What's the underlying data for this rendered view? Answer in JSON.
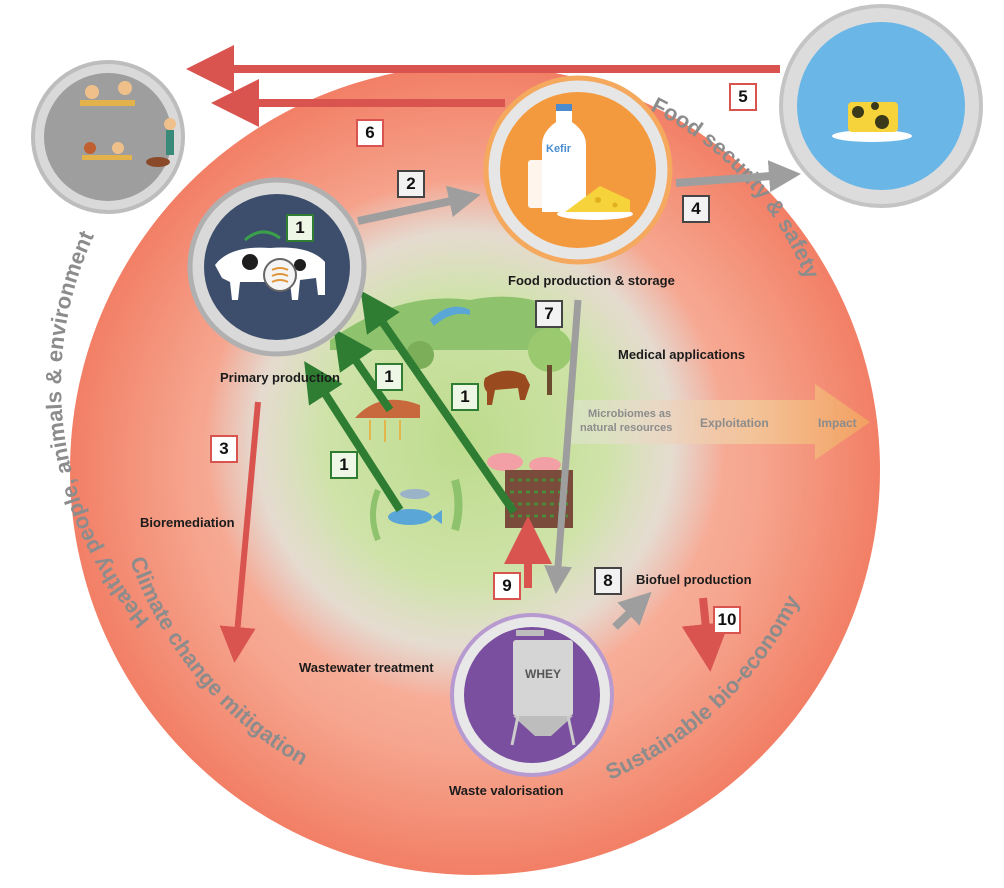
{
  "labels": {
    "primary_production": "Primary production",
    "food_production": "Food production & storage",
    "medical_applications": "Medical applications",
    "bioremediation": "Bioremediation",
    "wastewater": "Wastewater treatment",
    "waste_valorisation": "Waste valorisation",
    "biofuel": "Biofuel production"
  },
  "arc_labels": {
    "healthy": "Healthy people, animals & environment",
    "food_security": "Food security & safety",
    "climate": "Climate change mitigation",
    "bioeconomy": "Sustainable bio-economy"
  },
  "impact_arrow": {
    "microbiomes_line1": "Microbiomes as",
    "microbiomes_line2": "natural resources",
    "exploitation": "Exploitation",
    "impact": "Impact"
  },
  "product_labels": {
    "kefir": "Kefir",
    "whey": "WHEY"
  },
  "badges": {
    "b1": "1",
    "b2": "2",
    "b3": "3",
    "b4": "4",
    "b5": "5",
    "b6": "6",
    "b7": "7",
    "b8": "8",
    "b9": "9",
    "b10": "10"
  },
  "colors": {
    "outer_circle": "#f4876f",
    "inner_glow": "#b8d98a",
    "red_arrow": "#d9534f",
    "green_arrow": "#2e7d32",
    "grey_arrow": "#9e9e9e",
    "arc_text": "#8c8c8c"
  }
}
